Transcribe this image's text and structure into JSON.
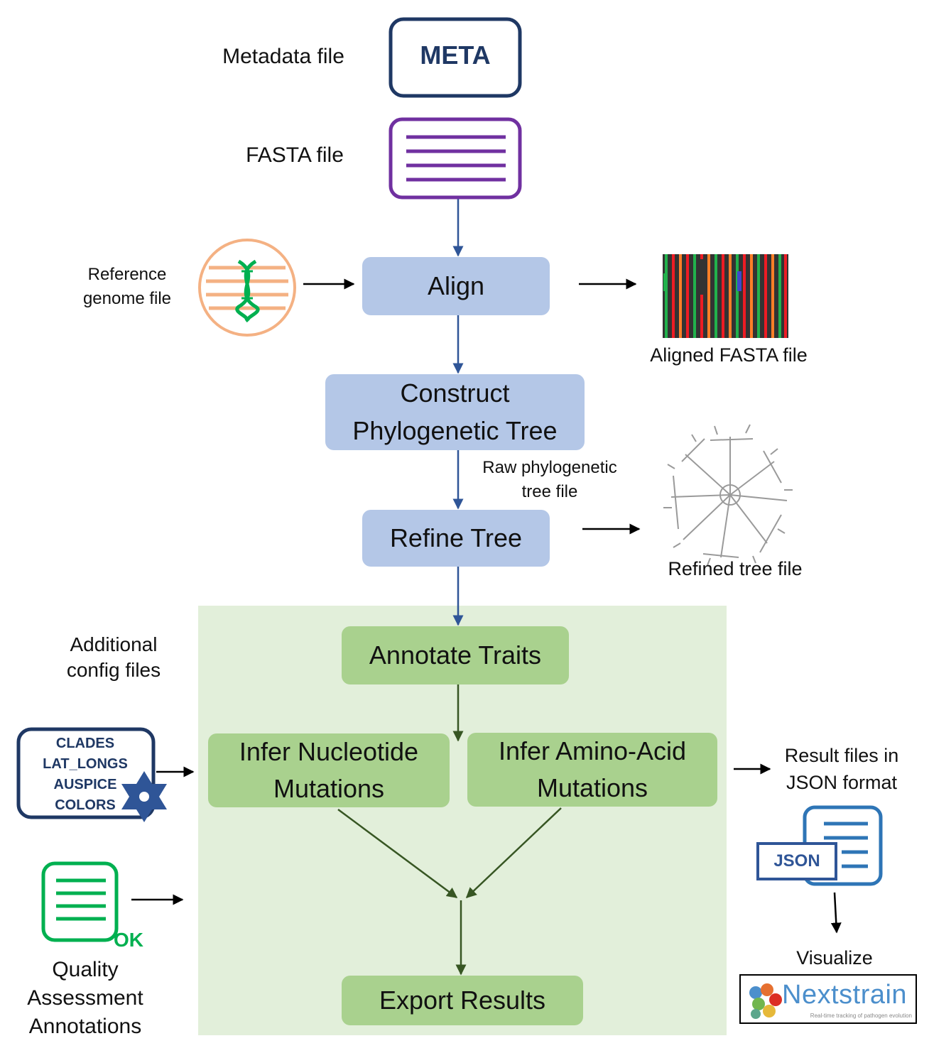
{
  "inputs": {
    "metadata_label": "Metadata file",
    "meta_icon_text": "META",
    "fasta_label": "FASTA file",
    "reference_label_1": "Reference",
    "reference_label_2": "genome file",
    "additional_label_1": "Additional",
    "additional_label_2": "config files",
    "config_items": [
      "CLADES",
      "LAT_LONGS",
      "AUSPICE",
      "COLORS"
    ],
    "qa_ok": "OK",
    "qa_label_1": "Quality",
    "qa_label_2": "Assessment",
    "qa_label_3": "Annotations"
  },
  "steps": {
    "align": "Align",
    "construct_1": "Construct",
    "construct_2": "Phylogenetic Tree",
    "refine": "Refine Tree",
    "annotate": "Annotate Traits",
    "nucleotide_1": "Infer Nucleotide",
    "nucleotide_2": "Mutations",
    "amino_1": "Infer Amino-Acid",
    "amino_2": "Mutations",
    "export": "Export Results"
  },
  "outputs": {
    "aligned_label": "Aligned FASTA file",
    "raw_tree_1": "Raw phylogenetic",
    "raw_tree_2": "tree file",
    "refined_label": "Refined tree file",
    "result_1": "Result files in",
    "result_2": "JSON format",
    "json_tag": "JSON",
    "visualize": "Visualize",
    "nextstrain_name": "Nextstrain",
    "nextstrain_tagline": "Real-time tracking of pathogen evolution"
  },
  "colors": {
    "navy": "#1f3864",
    "purple": "#7030a0",
    "peach": "#f4b183",
    "dna_green": "#00b050",
    "step_blue": "#b4c7e7",
    "step_green": "#a9d18e",
    "panel_green": "#e2efda",
    "arrow_blue": "#2f5597",
    "arrow_green": "#375623",
    "json_blue": "#2e75b6"
  }
}
